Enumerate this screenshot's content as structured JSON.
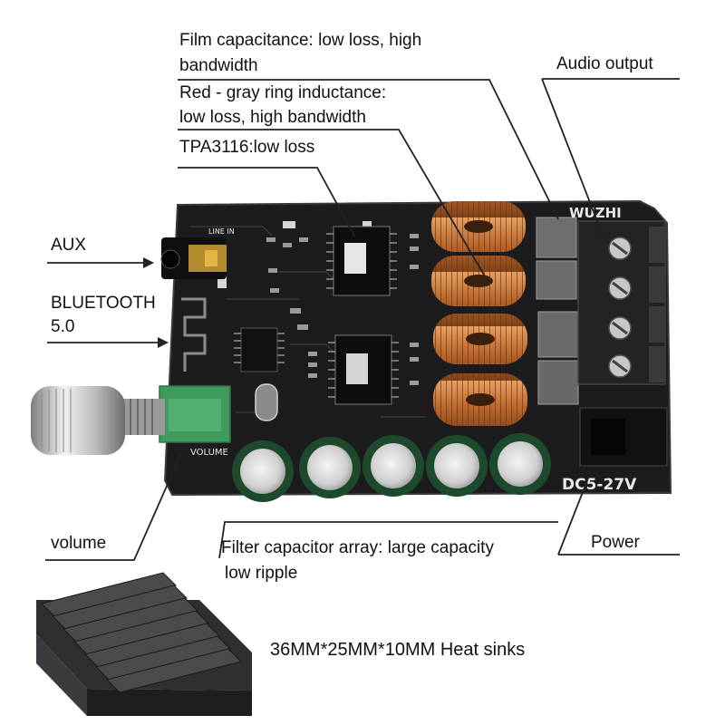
{
  "labels": {
    "film_cap_line1": "Film capacitance: low loss, high",
    "film_cap_line2": "bandwidth",
    "inductance_line1": "Red - gray ring inductance:",
    "inductance_line2": "low loss, high bandwidth",
    "tpa": "TPA3116:low loss",
    "audio_output": "Audio output",
    "aux": "AUX",
    "bluetooth_line1": "BLUETOOTH",
    "bluetooth_line2": "5.0",
    "volume": "volume",
    "filter_line1": "Filter capacitor array: large capacity",
    "filter_line2": "low ripple",
    "power": "Power",
    "heatsink": "36MM*25MM*10MM Heat sinks"
  },
  "board": {
    "brand": "WUZHI",
    "voltage": "DC5-27V",
    "line_in": "LINE IN",
    "volume_silk": "VOLUME"
  },
  "colors": {
    "pcb": "#1c1c1e",
    "copper_coil": "#c97a3c",
    "heatsink": "#2e2f31",
    "terminal": "#232325",
    "pot_green": "#3f9a5e",
    "leader_line": "#222222"
  }
}
